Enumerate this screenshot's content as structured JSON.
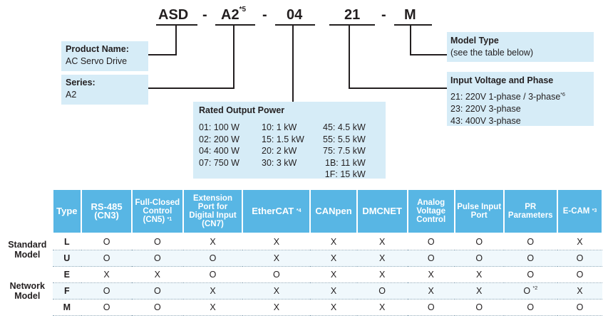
{
  "model_code": {
    "seg1": "ASD",
    "dash1": "-",
    "seg2": "A2",
    "seg2_note": "*5",
    "dash2": "-",
    "seg3": "04",
    "seg4": "21",
    "dash3": "-",
    "seg5": "M"
  },
  "product_name": {
    "heading": "Product Name:",
    "value": "AC Servo Drive"
  },
  "series": {
    "heading": "Series:",
    "value": "A2"
  },
  "rated_output": {
    "heading": "Rated Output Power",
    "col1": [
      "01: 100 W",
      "02: 200 W",
      "04: 400 W",
      "07: 750 W"
    ],
    "col2": [
      "10: 1 kW",
      "15: 1.5 kW",
      "20: 2 kW",
      "30: 3 kW"
    ],
    "col3": [
      "45: 4.5 kW",
      "55: 5.5 kW",
      "75: 7.5 kW",
      "1B: 11 kW",
      "1F: 15 kW"
    ]
  },
  "model_type": {
    "heading": "Model Type",
    "value": "(see the table below)"
  },
  "input_voltage": {
    "heading": "Input Voltage and Phase",
    "line1": "21: 220V 1-phase / 3-phase",
    "line1_note": "*6",
    "line2": "23: 220V 3-phase",
    "line3": "43: 400V 3-phase"
  },
  "table": {
    "headers": {
      "type": "Type",
      "rs485": "RS-485 (CN3)",
      "full_closed": "Full-Closed Control (CN5)",
      "full_closed_note": "*1",
      "extension": "Extension Port for Digital Input (CN7)",
      "ethercat": "EtherCAT",
      "ethercat_note": "*4",
      "canpen": "CANpen",
      "dmcnet": "DMCNET",
      "analog": "Analog Voltage Control",
      "pulse": "Pulse Input Port",
      "pr": "PR Parameters",
      "ecam": "E-CAM",
      "ecam_note": "*3"
    },
    "groups": {
      "standard": "Standard Model",
      "network": "Network Model"
    },
    "rows": [
      {
        "type": "L",
        "cells": [
          "O",
          "O",
          "X",
          "X",
          "X",
          "X",
          "O",
          "O",
          "O",
          "X"
        ]
      },
      {
        "type": "U",
        "cells": [
          "O",
          "O",
          "O",
          "X",
          "X",
          "X",
          "O",
          "O",
          "O",
          "O"
        ]
      },
      {
        "type": "E",
        "cells": [
          "X",
          "X",
          "O",
          "O",
          "X",
          "X",
          "X",
          "X",
          "O",
          "O"
        ]
      },
      {
        "type": "F",
        "cells": [
          "O",
          "O",
          "X",
          "X",
          "X",
          "O",
          "X",
          "X",
          "O",
          "X"
        ],
        "pr_note": "*2"
      },
      {
        "type": "M",
        "cells": [
          "O",
          "O",
          "X",
          "X",
          "X",
          "X",
          "O",
          "O",
          "O",
          "O"
        ]
      }
    ]
  }
}
